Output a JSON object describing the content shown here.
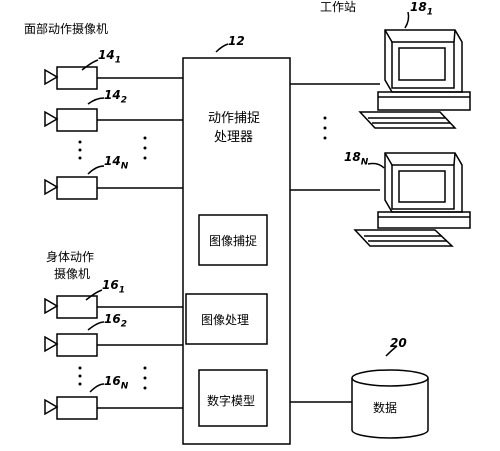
{
  "labels": {
    "face_cameras": "面部动作摄像机",
    "body_cameras_line1": "身体动作",
    "body_cameras_line2": "摄像机",
    "motion_capture_proc_line1": "动作捕捉",
    "motion_capture_proc_line2": "处理器",
    "image_capture": "图像捕捉",
    "image_processing": "图像处理",
    "digital_model": "数字模型",
    "workstation": "工作站",
    "data": "数据"
  },
  "refs": {
    "r12": "12",
    "r14_1": "14",
    "r14_1_sub": "1",
    "r14_2": "14",
    "r14_2_sub": "2",
    "r14_n": "14",
    "r14_n_sub": "N",
    "r16_1": "16",
    "r16_1_sub": "1",
    "r16_2": "16",
    "r16_2_sub": "2",
    "r16_n": "16",
    "r16_n_sub": "N",
    "r18_1": "18",
    "r18_1_sub": "1",
    "r18_n": "18",
    "r18_n_sub": "N",
    "r20": "20"
  }
}
